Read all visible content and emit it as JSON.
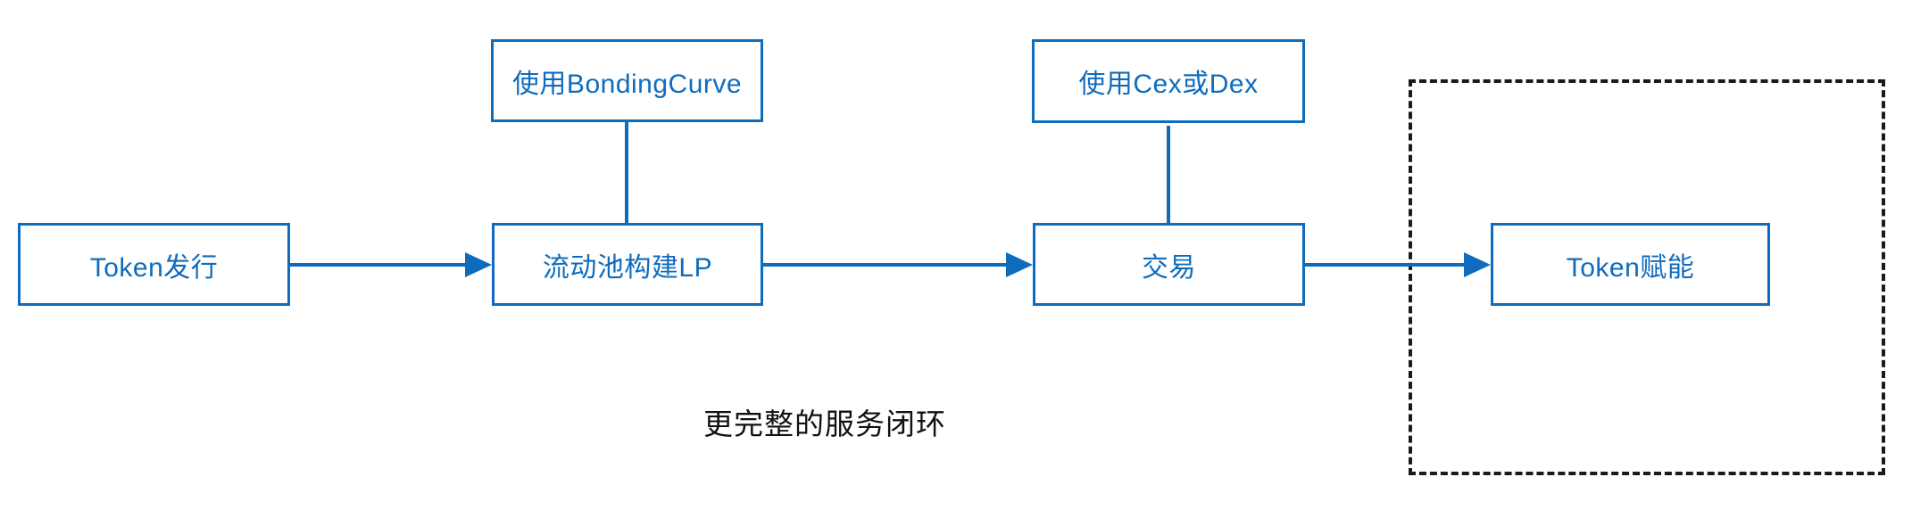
{
  "diagram": {
    "caption": "更完整的服务闭环",
    "colors": {
      "accent": "#0F6CBD",
      "dashed_border": "#1A1A1A",
      "background": "#FFFFFF"
    },
    "nodes": {
      "token_issue": {
        "label": "Token发行"
      },
      "lp_build": {
        "label": "流动池构建LP"
      },
      "trade": {
        "label": "交易"
      },
      "token_empower": {
        "label": "Token赋能"
      },
      "bonding_curve": {
        "label": "使用BondingCurve"
      },
      "cex_dex": {
        "label": "使用Cex或Dex"
      }
    },
    "edges": [
      {
        "from": "Token发行",
        "to": "流动池构建LP",
        "type": "arrow"
      },
      {
        "from": "流动池构建LP",
        "to": "交易",
        "type": "arrow"
      },
      {
        "from": "交易",
        "to": "Token赋能",
        "type": "arrow"
      },
      {
        "from": "使用BondingCurve",
        "to": "流动池构建LP",
        "type": "line"
      },
      {
        "from": "使用Cex或Dex",
        "to": "交易",
        "type": "line"
      }
    ]
  }
}
